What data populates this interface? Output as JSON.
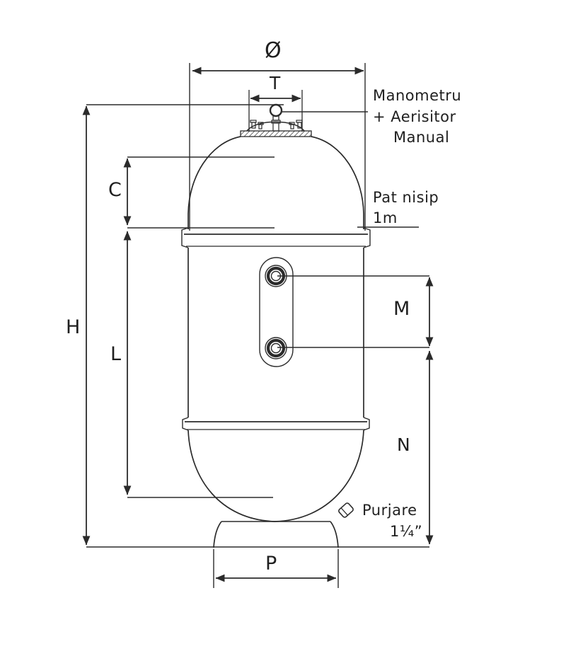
{
  "diagram": {
    "dimension_labels": {
      "diameter": "Ø",
      "top_flange": "T",
      "freeboard": "C",
      "total_height": "H",
      "cylinder_length": "L",
      "port_spacing": "M",
      "lower_section": "N",
      "base_width": "P"
    },
    "annotations": {
      "gauge_line1": "Manometru",
      "gauge_line2": "+ Aerisitor",
      "gauge_line3": "Manual",
      "sand_line1": "Pat nisip",
      "sand_line2": "1m",
      "purge_line1": "Purjare",
      "purge_line2": "1¼”"
    },
    "colors": {
      "line": "#2b2b2b",
      "text": "#1f1f1f",
      "background": "#ffffff"
    }
  }
}
